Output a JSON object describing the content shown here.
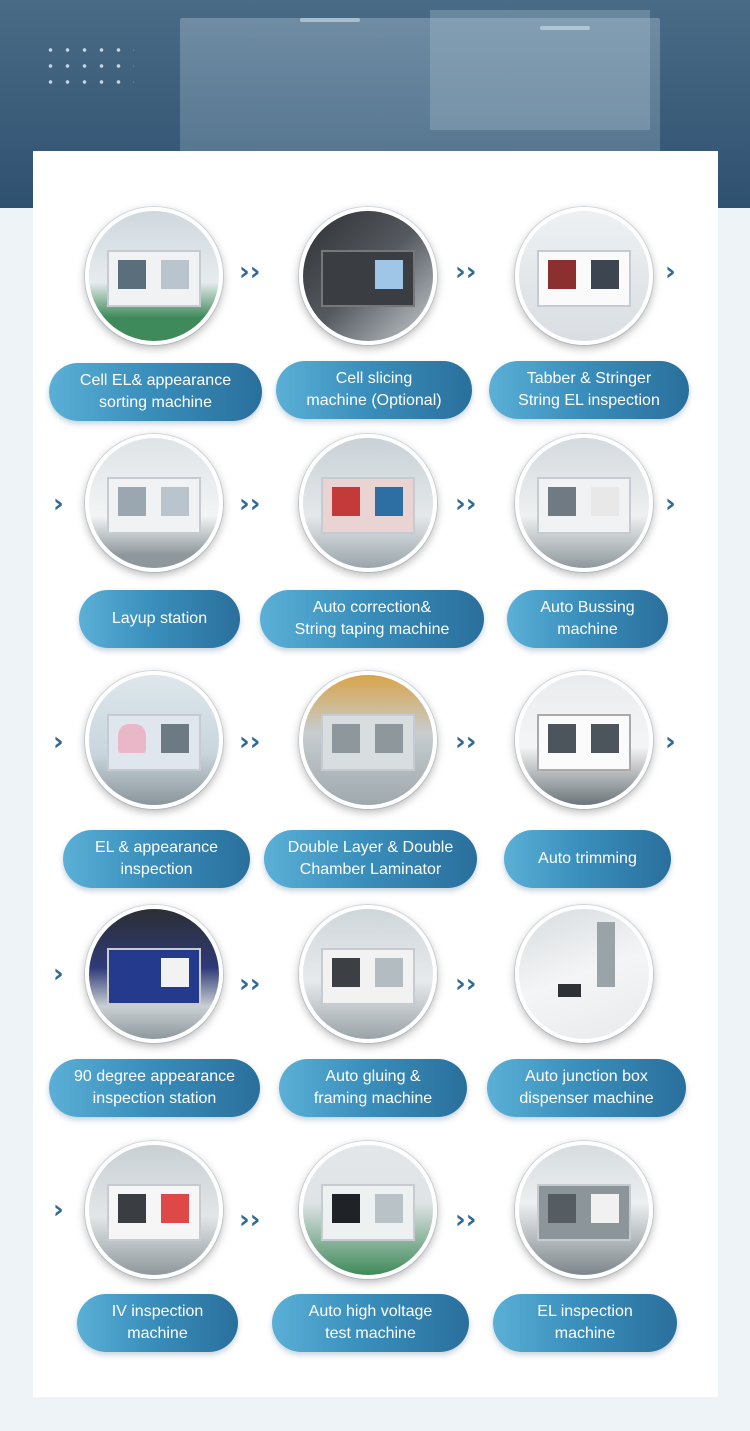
{
  "colors": {
    "accent": "#3a8fbc",
    "arrow": "#2e6a95",
    "card": "#ffffff",
    "page": "#eef3f7"
  },
  "rows": [
    {
      "items": [
        {
          "label": "Cell EL& appearance\nsorting machine",
          "icon": "machine-photo-cell-el"
        },
        {
          "label": "Cell slicing\nmachine (Optional)",
          "icon": "machine-photo-cell-slicing"
        },
        {
          "label": "Tabber & Stringer\nString EL inspection",
          "icon": "machine-photo-tabber-stringer"
        }
      ]
    },
    {
      "items": [
        {
          "label": "Layup station",
          "icon": "machine-photo-layup"
        },
        {
          "label": "Auto correction&\nString taping machine",
          "icon": "machine-photo-auto-correction"
        },
        {
          "label": "Auto Bussing\nmachine",
          "icon": "machine-photo-auto-bussing"
        }
      ]
    },
    {
      "items": [
        {
          "label": "EL & appearance\ninspection",
          "icon": "machine-photo-el-appearance"
        },
        {
          "label": "Double Layer & Double\nChamber Laminator",
          "icon": "machine-photo-laminator"
        },
        {
          "label": "Auto trimming",
          "icon": "machine-photo-auto-trimming"
        }
      ]
    },
    {
      "items": [
        {
          "label": "90 degree appearance\ninspection station",
          "icon": "machine-photo-90-degree"
        },
        {
          "label": "Auto gluing &\nframing machine",
          "icon": "machine-photo-auto-gluing"
        },
        {
          "label": "Auto junction box\ndispenser machine",
          "icon": "machine-photo-junction-box"
        }
      ]
    },
    {
      "items": [
        {
          "label": "IV inspection\nmachine",
          "icon": "machine-photo-iv-inspection"
        },
        {
          "label": "Auto high voltage\ntest machine",
          "icon": "machine-photo-high-voltage"
        },
        {
          "label": "EL inspection\nmachine",
          "icon": "machine-photo-el-inspection"
        }
      ]
    }
  ]
}
